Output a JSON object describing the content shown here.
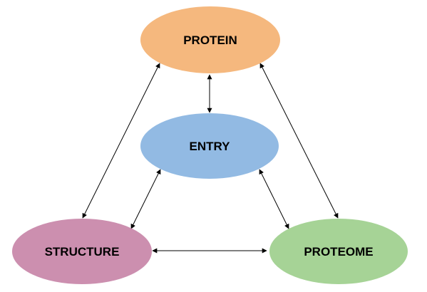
{
  "nodes": {
    "protein": {
      "label": "PROTEIN",
      "color": "#F5B87E"
    },
    "entry": {
      "label": "ENTRY",
      "color": "#92BAE3"
    },
    "structure": {
      "label": "STRUCTURE",
      "color": "#CC8FAF"
    },
    "proteome": {
      "label": "PROTEOME",
      "color": "#A6D396"
    }
  },
  "edges": [
    {
      "from": "protein",
      "to": "entry",
      "direction": "both"
    },
    {
      "from": "protein",
      "to": "structure",
      "direction": "both"
    },
    {
      "from": "protein",
      "to": "proteome",
      "direction": "both"
    },
    {
      "from": "entry",
      "to": "structure",
      "direction": "both"
    },
    {
      "from": "entry",
      "to": "proteome",
      "direction": "both"
    },
    {
      "from": "structure",
      "to": "proteome",
      "direction": "both"
    }
  ]
}
